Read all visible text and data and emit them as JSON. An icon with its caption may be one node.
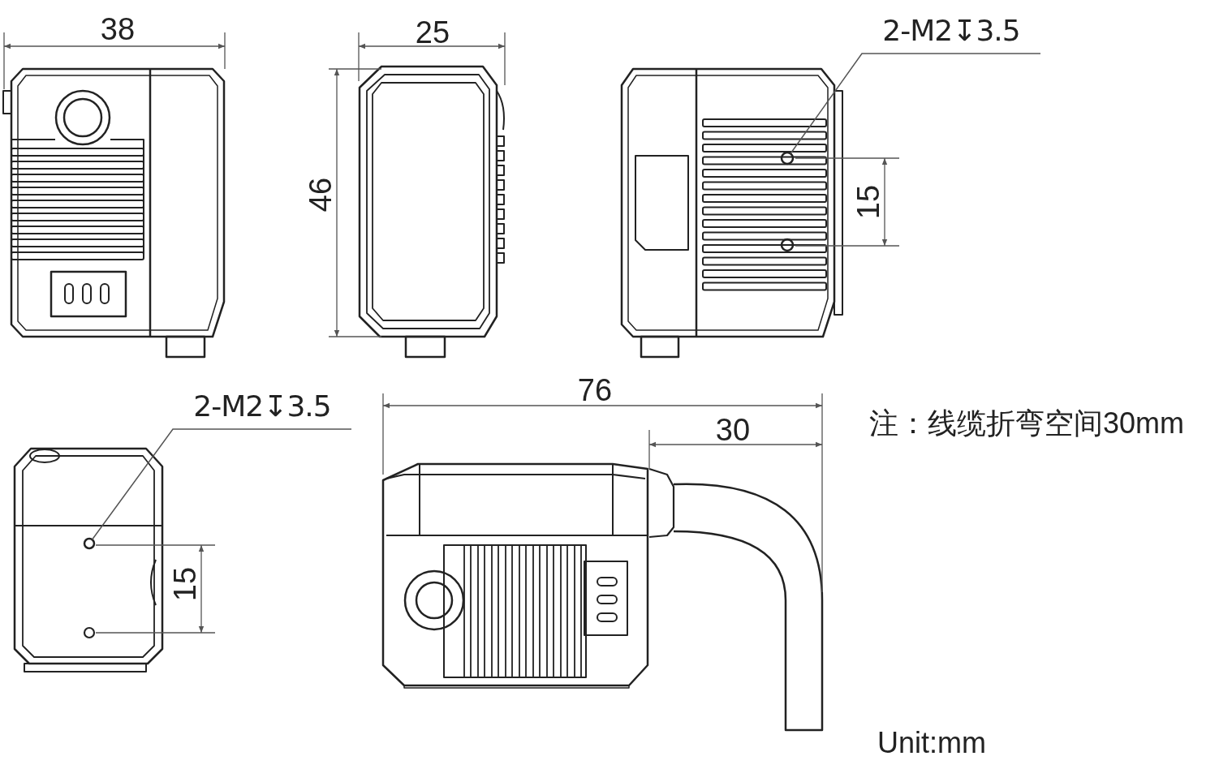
{
  "diagram": {
    "nodes": [
      {
        "text": [
          "2-M2↧3.5"
        ]
      },
      {
        "text": [],
        "shape": "circle"
      },
      {
        "text": [
          "2-M2↧3.5"
        ]
      },
      {
        "text": [],
        "shape": "circle"
      }
    ],
    "edges": [
      {
        "from": 0,
        "to": 1,
        "arrow": "none"
      },
      {
        "from": 2,
        "to": 3,
        "arrow": "none"
      }
    ],
    "labels": [
      "38",
      "25",
      "46",
      "15",
      "76",
      "30",
      "注：线缆折弯空间30mm",
      "15",
      "Unit:mm"
    ]
  }
}
